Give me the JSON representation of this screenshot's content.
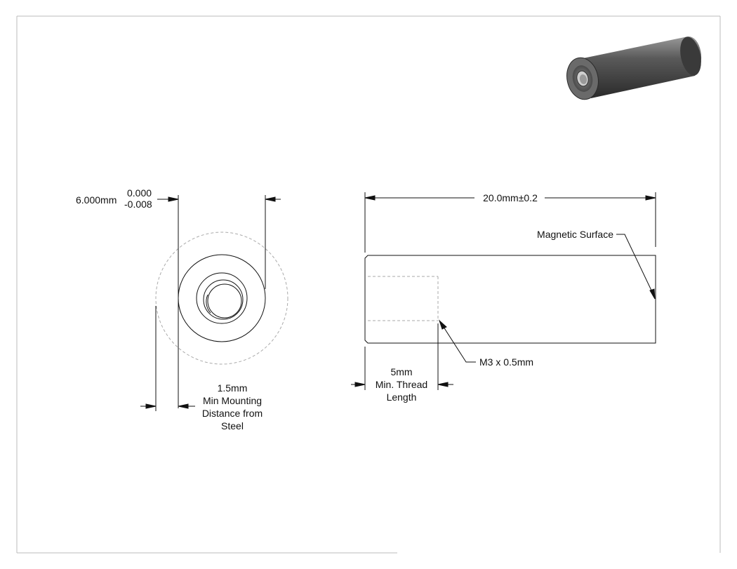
{
  "drawing": {
    "end_view": {
      "diameter_nominal": "6.000mm",
      "tol_upper": "0.000",
      "tol_lower": "-0.008",
      "mount_value": "1.5mm",
      "mount_line2": "Min Mounting",
      "mount_line3": "Distance from",
      "mount_line4": "Steel"
    },
    "side_view": {
      "length": "20.0mm±0.2",
      "magnetic_surface": "Magnetic Surface",
      "thread_spec": "M3 x 0.5mm",
      "thread_depth_value": "5mm",
      "thread_depth_line2": "Min. Thread",
      "thread_depth_line3": "Length"
    }
  },
  "colors": {
    "line": "#111111",
    "hidden": "#aaaaaa",
    "border": "#bbbbbb"
  }
}
